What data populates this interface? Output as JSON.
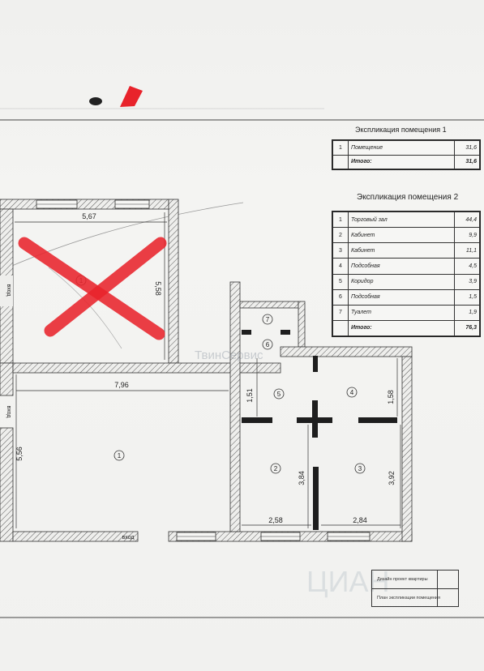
{
  "table1": {
    "title": "Экспликация помещения 1",
    "rows": [
      {
        "num": "1",
        "name": "Помещение",
        "area": "31,6"
      }
    ],
    "total_label": "Итого:",
    "total_value": "31,6"
  },
  "table2": {
    "title": "Экспликация помещения 2",
    "rows": [
      {
        "num": "1",
        "name": "Торговый зал",
        "area": "44,4"
      },
      {
        "num": "2",
        "name": "Кабинет",
        "area": "9,9"
      },
      {
        "num": "3",
        "name": "Кабинет",
        "area": "11,1"
      },
      {
        "num": "4",
        "name": "Подсобная",
        "area": "4,5"
      },
      {
        "num": "5",
        "name": "Коридор",
        "area": "3,9"
      },
      {
        "num": "6",
        "name": "Подсобная",
        "area": "1,5"
      },
      {
        "num": "7",
        "name": "Туалет",
        "area": "1,9"
      }
    ],
    "total_label": "Итого:",
    "total_value": "76,3"
  },
  "plan": {
    "dimensions": {
      "room1_width": "5,67",
      "room1_height": "5,58",
      "hall_width": "7,96",
      "hall_height": "5,56",
      "corridor_height": "1,51",
      "room4_height": "1,58",
      "room2_height": "3,84",
      "room3_height": "3,92",
      "room2_width": "2,58",
      "room3_width": "2,84"
    },
    "room_labels": {
      "top_room": "1",
      "hall": "1",
      "r2": "2",
      "r3": "3",
      "r4": "4",
      "r5": "5",
      "r6": "6",
      "r7": "7"
    },
    "entrance_labels": {
      "left_top": "вход",
      "left_bottom": "вход",
      "bottom": "вход"
    }
  },
  "watermark": {
    "brand": "ТвинСервис",
    "cian": "ЦИАН"
  },
  "title_block": {
    "line1": "Дизайн проект квартиры",
    "line2": "План экспликации помещения"
  },
  "colors": {
    "cross_mark": "#e8232b",
    "wall_hatch": "#555555",
    "partition": "#1e1e1e"
  }
}
